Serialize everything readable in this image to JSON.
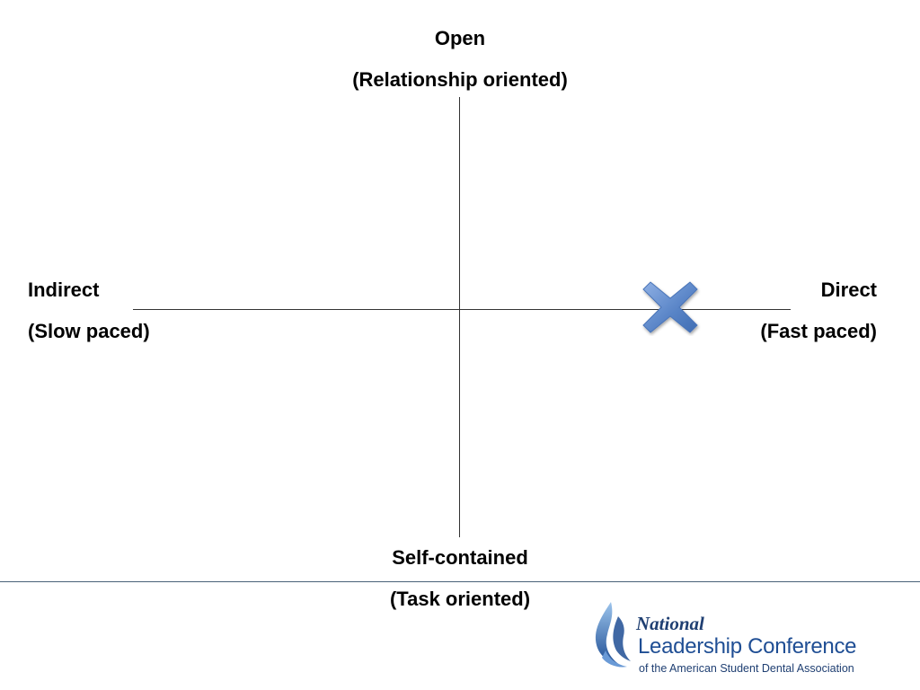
{
  "axes": {
    "top": {
      "title": "Open",
      "subtitle": "(Relationship oriented)"
    },
    "bottom": {
      "title": "Self-contained",
      "subtitle": "(Task oriented)"
    },
    "left": {
      "title": "Indirect",
      "subtitle": "(Slow paced)"
    },
    "right": {
      "title": "Direct",
      "subtitle": "(Fast paced)"
    }
  },
  "marker": {
    "icon": "x-mark-icon",
    "color": "#5b86c8"
  },
  "logo": {
    "script": "National",
    "main": "Leadership Conference",
    "sub": "of the American Student Dental Association",
    "color": "#1f4e94",
    "icon": "flame-icon"
  }
}
